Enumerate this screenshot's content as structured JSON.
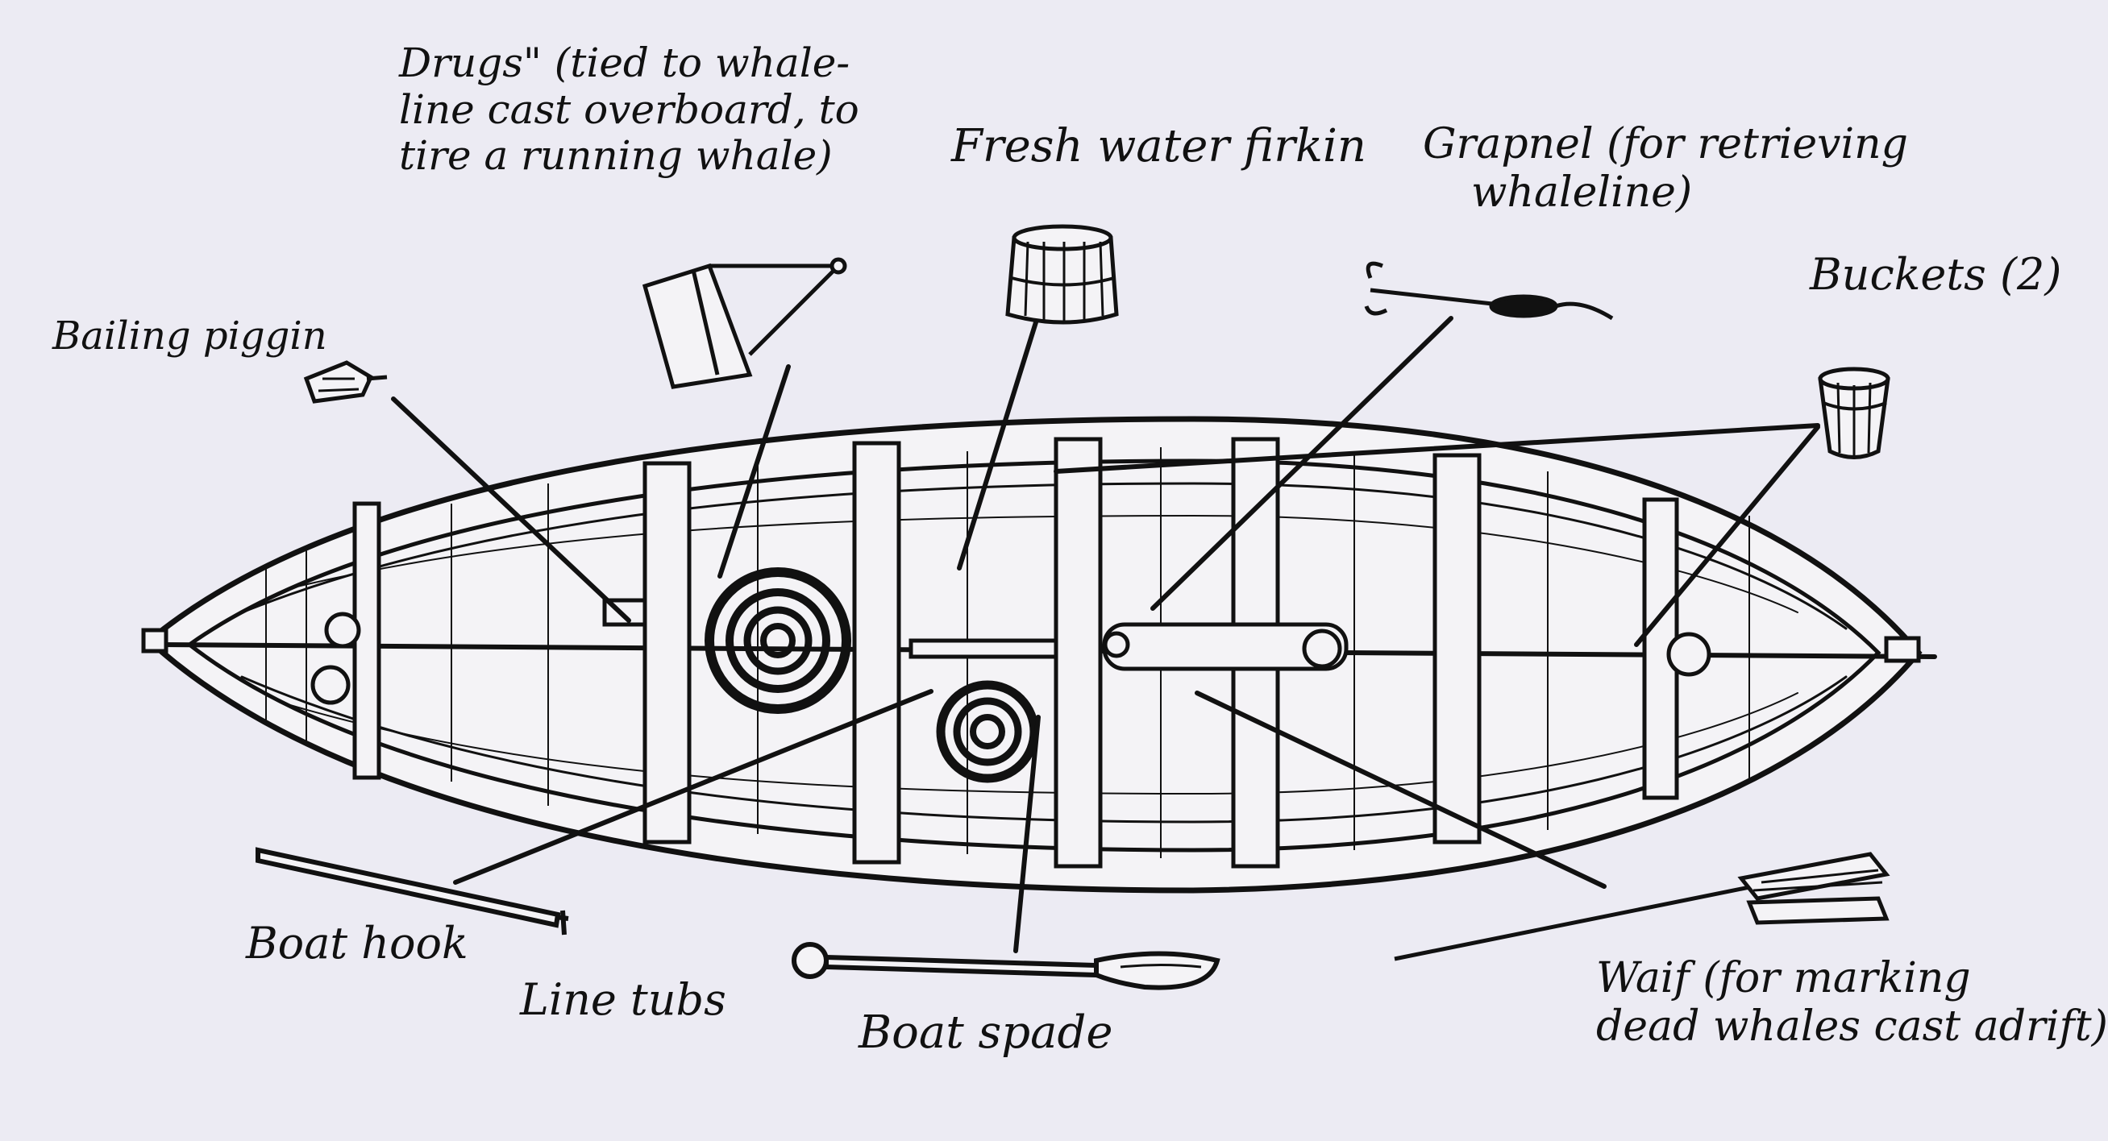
{
  "diagram": {
    "labels": {
      "drugs": [
        "Drugs\" (tied to whale-",
        "line cast overboard, to",
        "tire a running whale)"
      ],
      "fresh_water_firkin": [
        "Fresh water firkin"
      ],
      "grapnel": [
        "Grapnel (for retrieving",
        "whaleline)"
      ],
      "buckets": [
        "Buckets (2)"
      ],
      "bailing_piggin": [
        "Bailing piggin"
      ],
      "boat_hook": [
        "Boat hook"
      ],
      "line_tubs": [
        "Line tubs"
      ],
      "boat_spade": [
        "Boat spade"
      ],
      "waif": [
        "Waif (for marking",
        "dead whales cast adrift)"
      ]
    },
    "colors": {
      "paper": "#ecebf3",
      "ink": "#111111",
      "wood": "#f4f3f6"
    }
  }
}
